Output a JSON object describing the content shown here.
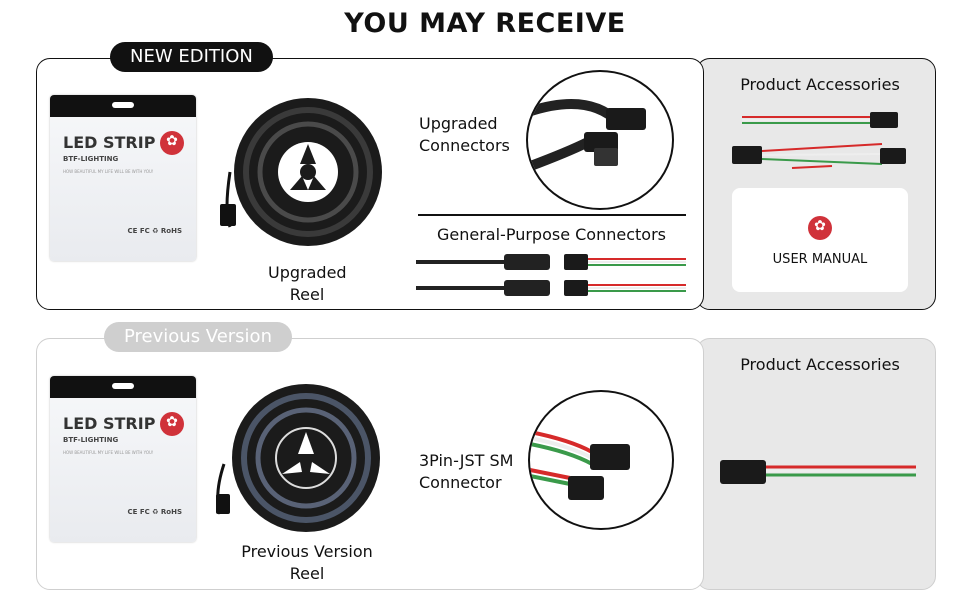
{
  "heading": "YOU MAY RECEIVE",
  "new_section": {
    "badge": "NEW EDITION",
    "pack": {
      "title": "LED STRIP",
      "brand": "BTF-LIGHTING",
      "tagline": "HOW BEAUTIFUL MY LIFE WILL BE WITH YOU!",
      "certs": "CE FC ♻ RoHS"
    },
    "reel_label_1": "Upgraded",
    "reel_label_2": "Reel",
    "connector_label_1": "Upgraded",
    "connector_label_2": "Connectors",
    "general_label": "General-Purpose Connectors",
    "accessories_title": "Product Accessories",
    "manual_label": "USER MANUAL"
  },
  "old_section": {
    "badge": "Previous Version",
    "pack": {
      "title": "LED STRIP",
      "brand": "BTF-LIGHTING",
      "tagline": "HOW BEAUTIFUL MY LIFE WILL BE WITH YOU!",
      "certs": "CE FC ♻ RoHS"
    },
    "reel_label_1": "Previous Version",
    "reel_label_2": "Reel",
    "connector_label_1": "3Pin-JST SM",
    "connector_label_2": "Connector",
    "accessories_title": "Product Accessories"
  },
  "colors": {
    "dark": "#111111",
    "panel_gray": "#e8e8e8",
    "badge_gray": "#cfcfcf",
    "wire_red": "#d62a2a",
    "wire_green": "#3a9a4a",
    "brand_red": "#d0323a"
  }
}
